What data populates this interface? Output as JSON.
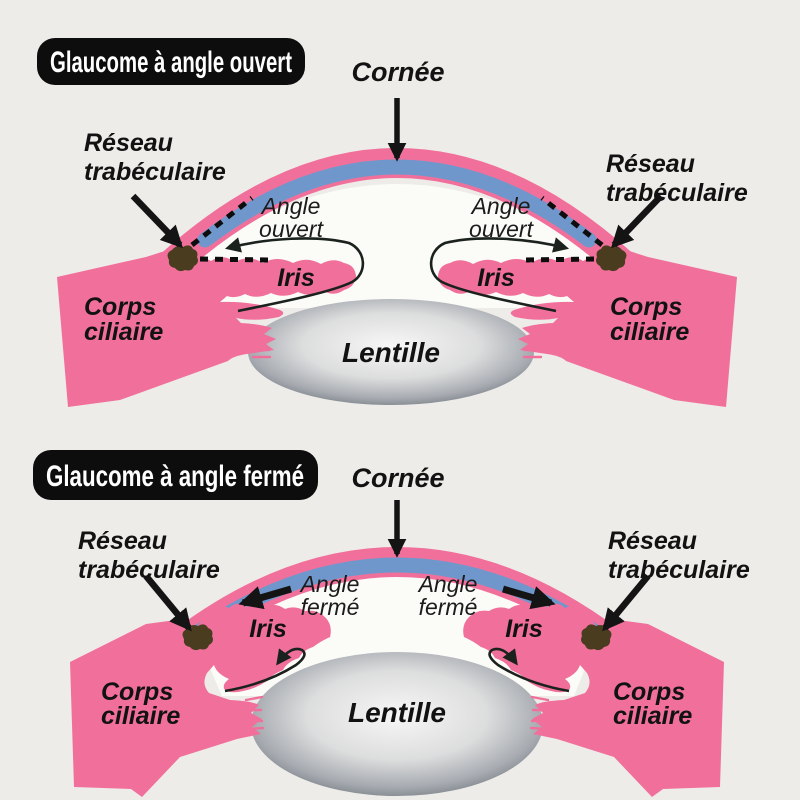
{
  "colors": {
    "background": "#edece9",
    "tissue_pink": "#f1709b",
    "cornea_blue": "#7097cc",
    "meshwork_brown": "#4a3d1f",
    "chamber_white": "#fbfbf8",
    "lens_center": "#f7f7f6",
    "lens_mid": "#dcdddd",
    "lens_shade": "#a7abb1",
    "lens_edge": "#6f747c",
    "title_bg": "#0d0d0d",
    "title_text": "#ffffff",
    "line_black": "#141414"
  },
  "panels": [
    {
      "title": "Glaucome à angle ouvert",
      "cornea_label": "Cornée",
      "trabecular_line1": "Réseau",
      "trabecular_line2": "trabéculaire",
      "angle_line1": "Angle",
      "angle_line2": "ouvert",
      "iris_label": "Iris",
      "ciliary_line1": "Corps",
      "ciliary_line2": "ciliaire",
      "lens_label": "Lentille"
    },
    {
      "title": "Glaucome à angle fermé",
      "cornea_label": "Cornée",
      "trabecular_line1": "Réseau",
      "trabecular_line2": "trabéculaire",
      "angle_line1": "Angle",
      "angle_line2": "fermé",
      "iris_label": "Iris",
      "ciliary_line1": "Corps",
      "ciliary_line2": "ciliaire",
      "lens_label": "Lentille"
    }
  ]
}
